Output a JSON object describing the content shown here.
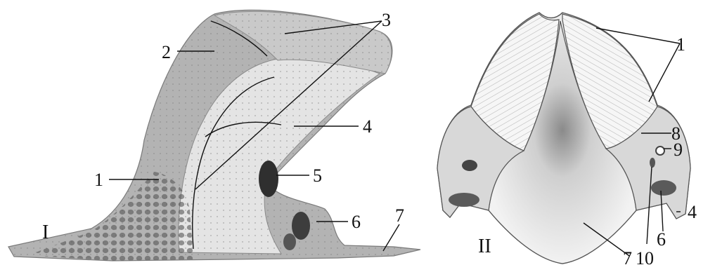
{
  "figure_I": {
    "roman": "I",
    "labels": {
      "l1": "1",
      "l2": "2",
      "l3": "3",
      "l4": "4",
      "l5": "5",
      "l6": "6",
      "l7": "7"
    }
  },
  "figure_II": {
    "roman": "II",
    "labels": {
      "l1": "1",
      "l4": "4",
      "l6": "6",
      "l7": "7",
      "l8": "8",
      "l9": "9",
      "l10": "10"
    }
  },
  "colors": {
    "bone_gray": "#a9a9a9",
    "bone_light": "#e2e2e2",
    "line": "#111111"
  }
}
